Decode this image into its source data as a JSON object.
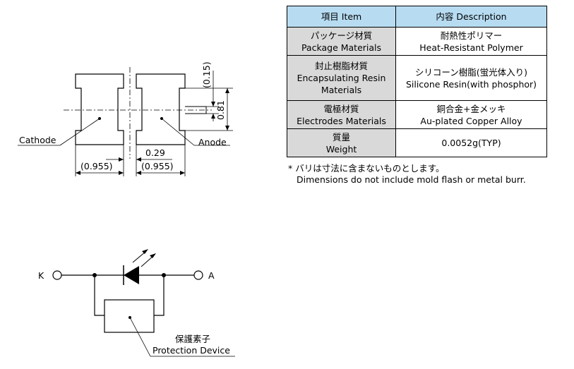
{
  "drawing": {
    "labels": {
      "cathode": "Cathode",
      "anode": "Anode",
      "dim_left": "(0.955)",
      "dim_right": "(0.955)",
      "dim_gap": "0.29",
      "dim_top": "(0.15)",
      "dim_height": "0.81"
    }
  },
  "table": {
    "header": {
      "item": "項目 Item",
      "description": "内容 Description"
    },
    "rows": [
      {
        "item_jp": "パッケージ材質",
        "item_en": "Package Materials",
        "desc_jp": "耐熱性ポリマー",
        "desc_en": "Heat-Resistant Polymer"
      },
      {
        "item_jp": "封止樹脂材質",
        "item_en": "Encapsulating Resin Materials",
        "desc_jp": "シリコーン樹脂(蛍光体入り)",
        "desc_en": "Silicone Resin(with phosphor)"
      },
      {
        "item_jp": "電極材質",
        "item_en": "Electrodes Materials",
        "desc_jp": "銅合金+金メッキ",
        "desc_en": "Au-plated Copper Alloy"
      },
      {
        "item_jp": "質量",
        "item_en": "Weight",
        "desc_jp": "",
        "desc_en": "0.0052g(TYP)"
      }
    ],
    "note_line1": "* バリは寸法に含まないものとします。",
    "note_line2": "Dimensions do not include mold flash or metal burr."
  },
  "circuit": {
    "k_label": "K",
    "a_label": "A",
    "protection_jp": "保護素子",
    "protection_en": "Protection Device"
  }
}
